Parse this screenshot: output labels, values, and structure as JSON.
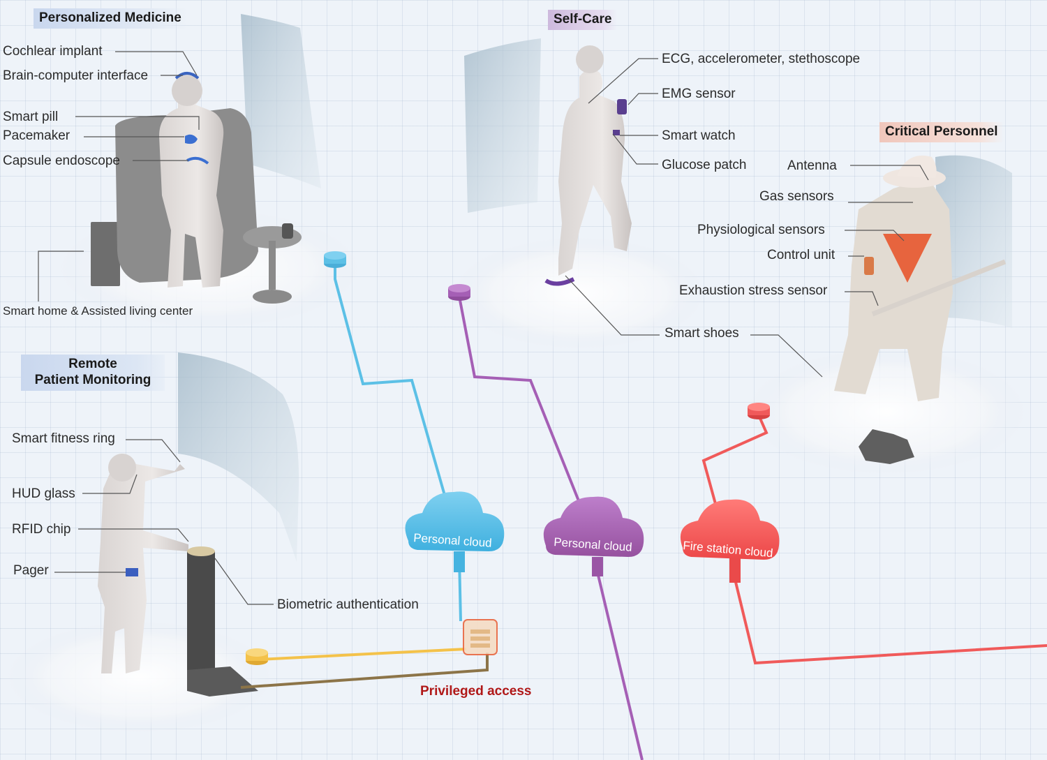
{
  "sections": {
    "personalized_medicine": "Personalized Medicine",
    "self_care": "Self-Care",
    "critical_personnel": "Critical Personnel",
    "remote_patient_monitoring_line1": "Remote",
    "remote_patient_monitoring_line2": "Patient Monitoring"
  },
  "labels": {
    "cochlear_implant": "Cochlear implant",
    "brain_computer_interface": "Brain-computer interface",
    "smart_pill": "Smart pill",
    "pacemaker": "Pacemaker",
    "capsule_endoscope": "Capsule endoscope",
    "smart_home": "Smart home & Assisted living center",
    "ecg": "ECG, accelerometer, stethoscope",
    "emg_sensor": "EMG sensor",
    "smart_watch": "Smart watch",
    "glucose_patch": "Glucose patch",
    "smart_shoes": "Smart shoes",
    "antenna": "Antenna",
    "gas_sensors": "Gas sensors",
    "physiological_sensors": "Physiological  sensors",
    "control_unit": "Control unit",
    "exhaustion_stress_sensor": "Exhaustion stress sensor",
    "smart_fitness_ring": "Smart fitness ring",
    "hud_glass": "HUD glass",
    "rfid_chip": "RFID chip",
    "pager": "Pager",
    "biometric_authentication": "Biometric authentication"
  },
  "clouds": {
    "personal_cloud_blue": "Personal cloud",
    "personal_cloud_purple": "Personal cloud",
    "fire_station_cloud": "Fire station cloud"
  },
  "privileged_access": "Privileged access",
  "colors": {
    "blue_line": "#5cc0e6",
    "purple_line": "#a55fb5",
    "red_line": "#f05a5a",
    "yellow_line": "#f4c24a",
    "brown_line": "#8c7448",
    "privileged_text": "#b01818"
  }
}
